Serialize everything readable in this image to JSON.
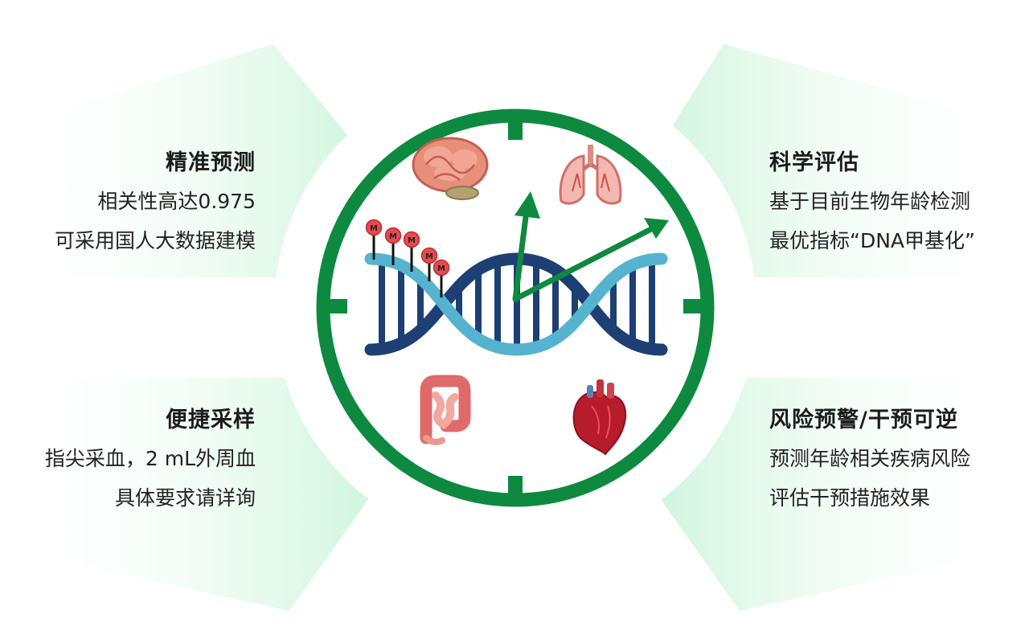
{
  "colors": {
    "ring": "#0d8a3f",
    "arrow": "#0d8a3f",
    "dna_dark": "#1e3f73",
    "dna_light": "#56b3cf",
    "methyl": "#e8494d",
    "glow": "#c9f4d8"
  },
  "labels": {
    "methyl_mark": "M"
  },
  "icons": {
    "top_left": "brain-icon",
    "top_right": "lungs-icon",
    "bottom_left": "intestine-icon",
    "bottom_right": "heart-icon"
  },
  "blocks": {
    "top_left": {
      "title": "精准预测",
      "line1": "相关性高达0.975",
      "line2": "可采用国人大数据建模"
    },
    "top_right": {
      "title": "科学评估",
      "line1": "基于目前生物年龄检测",
      "line2": "最优指标“DNA甲基化”"
    },
    "bottom_left": {
      "title": "便捷采样",
      "line1": "指尖采血，2 mL外周血",
      "line2": "具体要求请详询"
    },
    "bottom_right": {
      "title": "风险预警/干预可逆",
      "line1": "预测年龄相关疾病风险",
      "line2": "评估干预措施效果"
    }
  }
}
